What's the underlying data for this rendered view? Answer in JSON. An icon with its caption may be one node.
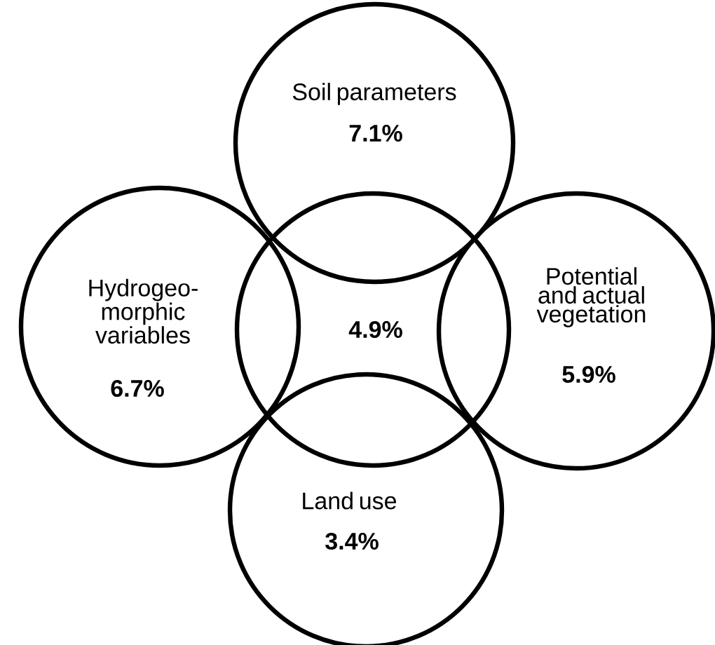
{
  "diagram": {
    "nodes": [
      {
        "text": [
          "Soil parameters",
          "7.1%"
        ]
      },
      {
        "text": [
          "Hydrogeo- morphic variables",
          "6.7%"
        ]
      },
      {
        "text": [
          "4.9%"
        ]
      },
      {
        "text": [
          "Potential and actual vegetation",
          "5.9%"
        ]
      },
      {
        "text": [
          "Land use",
          "3.4%"
        ]
      }
    ]
  }
}
